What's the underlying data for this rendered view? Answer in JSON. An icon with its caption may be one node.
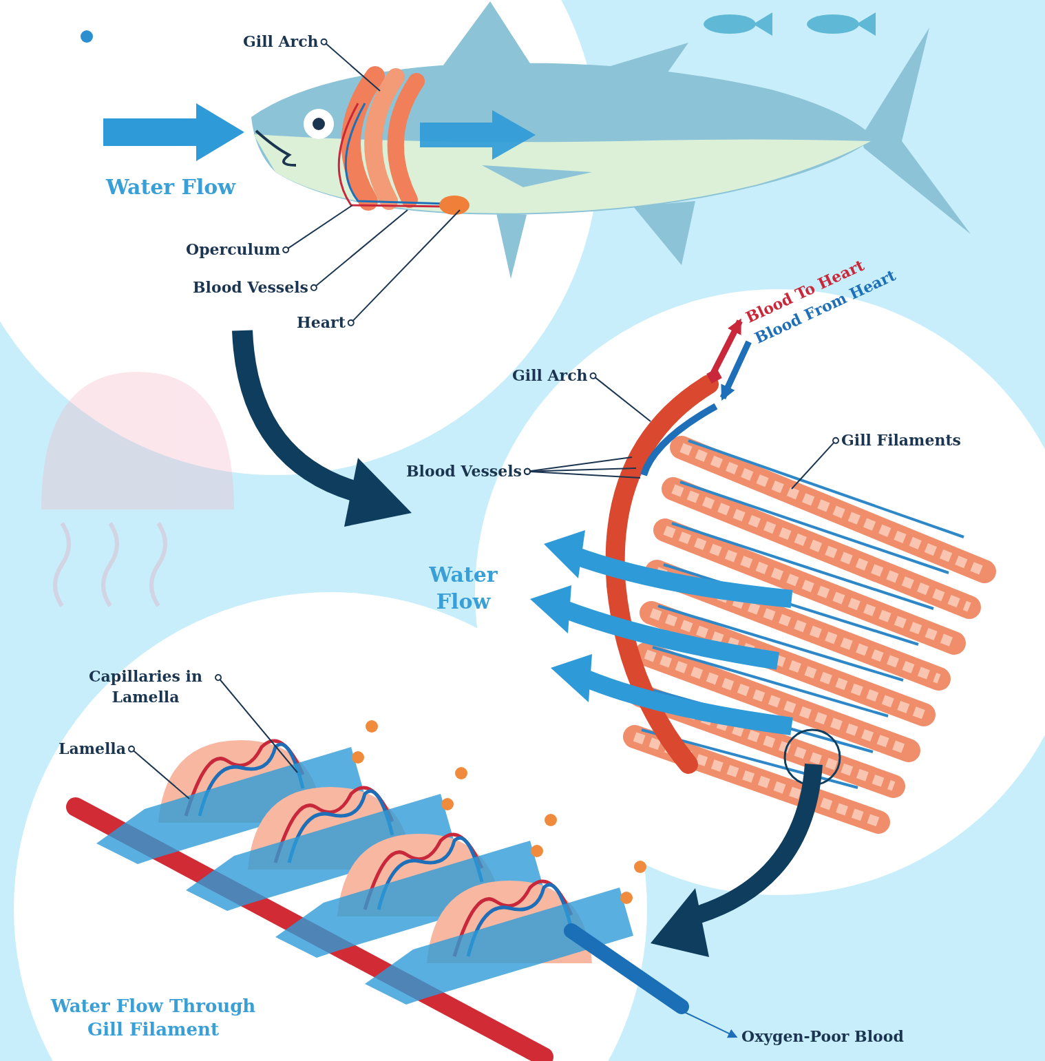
{
  "diagram": {
    "nodes": [
      {
        "text": [
          "Gill Arch"
        ]
      },
      {
        "text": [
          "Operculum"
        ]
      },
      {
        "text": [
          "Blood Vessels"
        ]
      },
      {
        "text": [
          "Heart"
        ]
      },
      {
        "text": [
          "Blood To Heart"
        ]
      },
      {
        "text": [
          "Blood From Heart"
        ]
      },
      {
        "text": [
          "Gill Arch"
        ]
      },
      {
        "text": [
          "Gill Filaments"
        ]
      },
      {
        "text": [
          "Blood Vessels"
        ]
      },
      {
        "text": [
          "Capillaries in Lamella"
        ]
      },
      {
        "text": [
          "Lamella"
        ]
      },
      {
        "text": [
          "Oxygen-Poor Blood"
        ]
      },
      {
        "text": [],
        "shape": "picture"
      }
    ],
    "edges": [
      {
        "from": 0,
        "to": 12,
        "arrow": "other"
      },
      {
        "from": 1,
        "to": 12,
        "arrow": "other"
      },
      {
        "from": 2,
        "to": 12,
        "arrow": "other"
      },
      {
        "from": 3,
        "to": 12,
        "arrow": "other"
      },
      {
        "from": null,
        "to": 4,
        "arrow": "to",
        "style": "thick",
        "color": "#c8283a"
      },
      {
        "from": 5,
        "to": null,
        "arrow": "to",
        "style": "thick",
        "color": "#1f6fb8"
      },
      {
        "from": 6,
        "to": null,
        "arrow": "other"
      },
      {
        "from": 7,
        "to": null,
        "arrow": "other"
      },
      {
        "from": 8,
        "to": null,
        "arrow": "other"
      },
      {
        "from": 8,
        "to": null,
        "arrow": "other"
      },
      {
        "from": 8,
        "to": null,
        "arrow": "other"
      },
      {
        "from": 9,
        "to": null,
        "arrow": "other"
      },
      {
        "from": 10,
        "to": null,
        "arrow": "other"
      },
      {
        "from": null,
        "to": 11,
        "arrow": "to",
        "color": "#1f6fb8"
      }
    ],
    "labels": [
      "Water Flow",
      "Water Flow",
      "Water Flow Through Gill Filament"
    ]
  }
}
